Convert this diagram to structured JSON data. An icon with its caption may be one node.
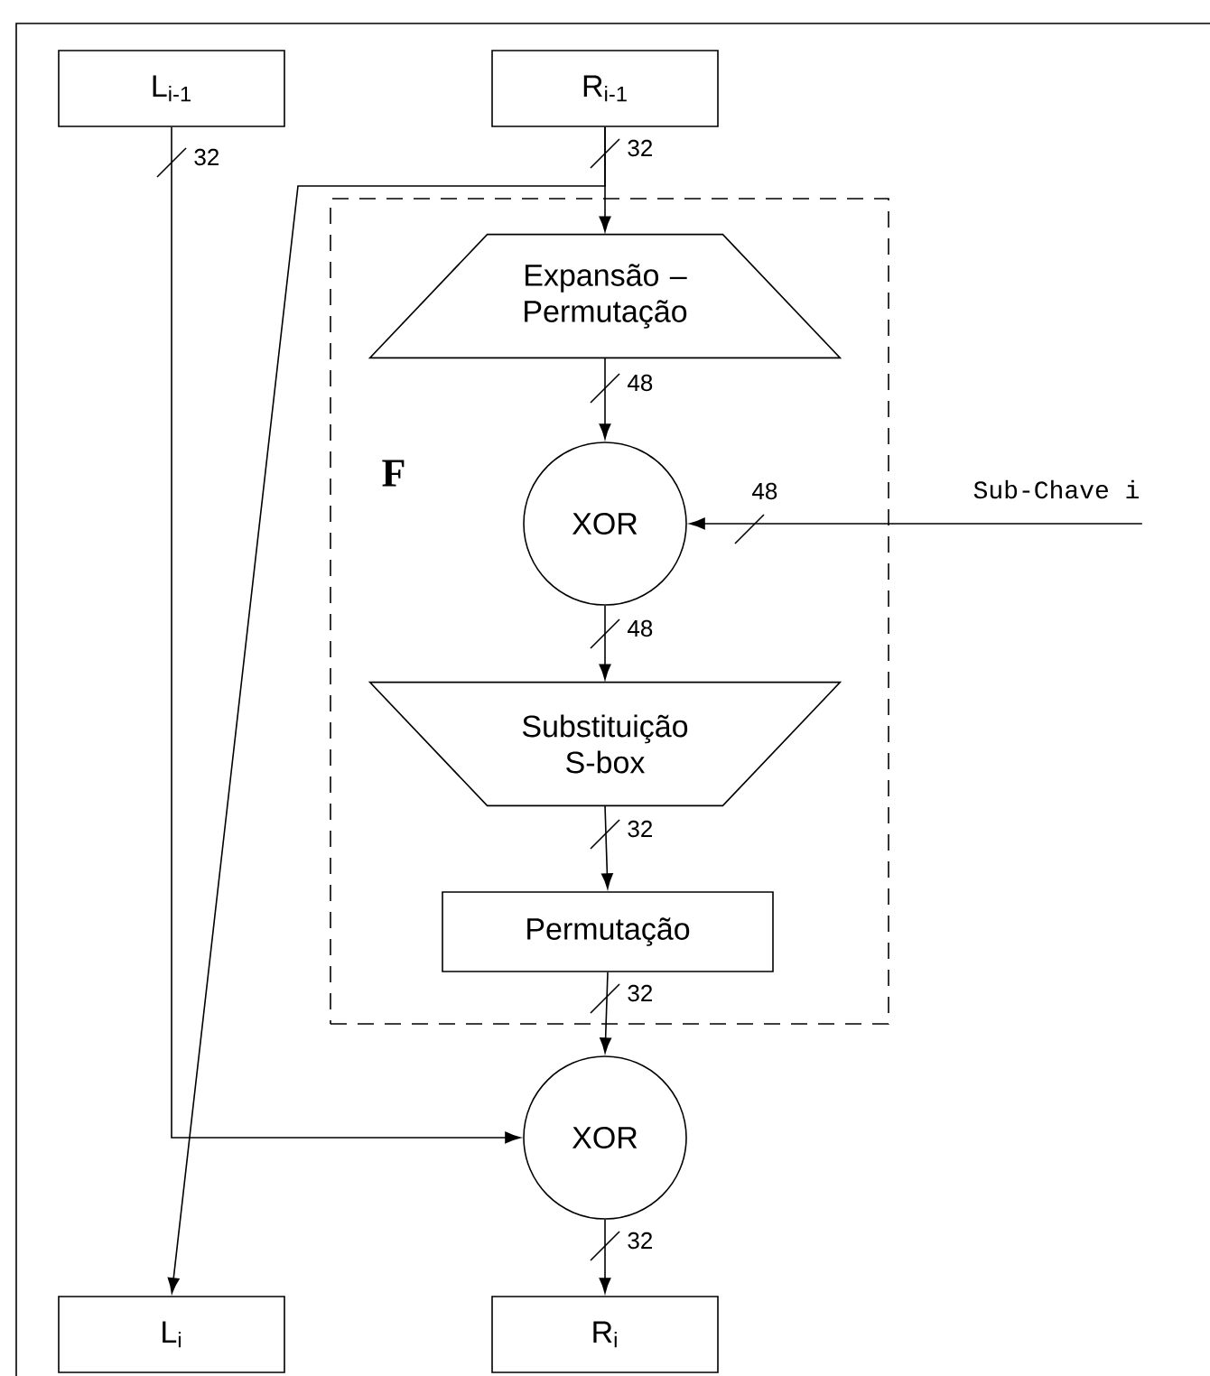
{
  "diagram": {
    "nodes": [
      {
        "text": [
          "L$_{i-1}$"
        ]
      },
      {
        "text": [
          "R$_{i-1}$"
        ]
      },
      {
        "text": [
          "F"
        ]
      },
      {
        "text": [
          "Expansão – Permutação"
        ],
        "in": 2
      },
      {
        "text": [
          "XOR"
        ],
        "in": 2
      },
      {
        "text": [
          "Substituição S-box"
        ],
        "in": 2
      },
      {
        "text": [
          "Permutação"
        ],
        "in": 2
      },
      {
        "text": [
          "Sub-Chave i"
        ]
      },
      {
        "text": [
          "XOR"
        ]
      },
      {
        "text": [
          "L$_{i}$"
        ]
      },
      {
        "text": [
          "R$_{i}$"
        ]
      }
    ],
    "edges": [
      {
        "from": 1,
        "to": 3,
        "arrow": "to",
        "label": "32"
      },
      {
        "from": 1,
        "to": 9,
        "arrow": "to"
      },
      {
        "from": 3,
        "to": 4,
        "arrow": "to",
        "label": "48"
      },
      {
        "from": 7,
        "to": 4,
        "arrow": "to",
        "label": "48"
      },
      {
        "from": 4,
        "to": 5,
        "arrow": "to",
        "label": "48"
      },
      {
        "from": 5,
        "to": 6,
        "arrow": "to",
        "label": "32"
      },
      {
        "from": 6,
        "to": 8,
        "arrow": "to",
        "label": "32"
      },
      {
        "from": 0,
        "to": 8,
        "arrow": "to",
        "label": "32"
      },
      {
        "from": 8,
        "to": 10,
        "arrow": "to",
        "label": "32"
      }
    ]
  }
}
